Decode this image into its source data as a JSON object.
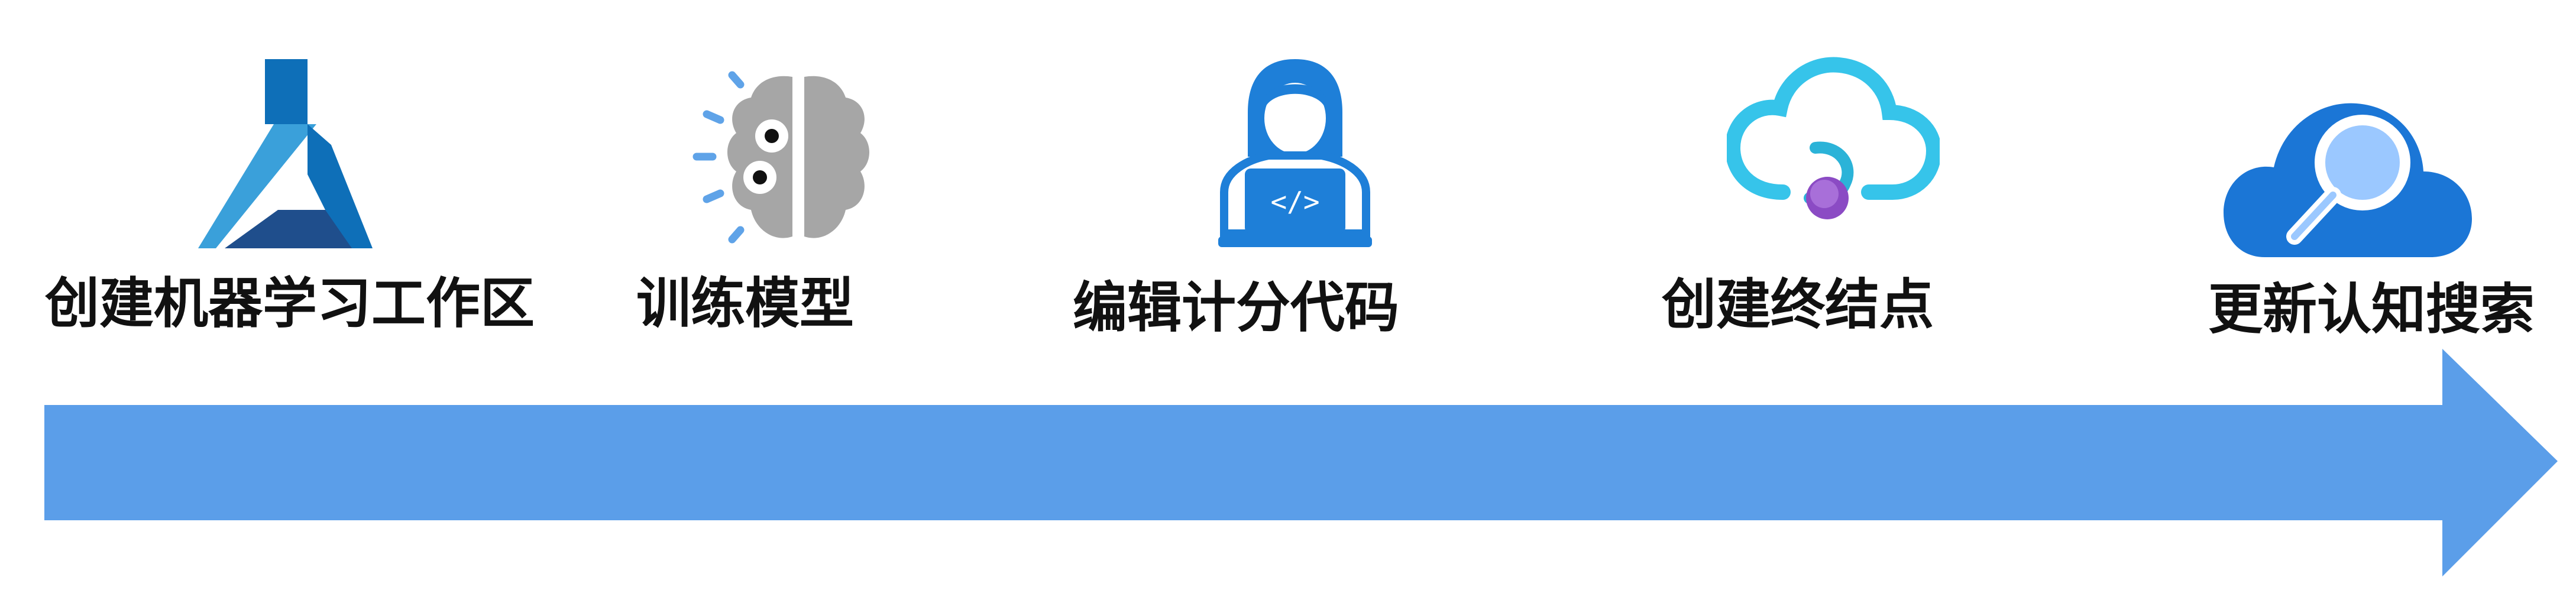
{
  "steps": [
    {
      "label": "创建机器学习工作区",
      "icon": "flask-icon"
    },
    {
      "label": "训练模型",
      "icon": "brain-gears-icon"
    },
    {
      "label": "编辑计分代码",
      "icon": "developer-laptop-icon"
    },
    {
      "label": "创建终结点",
      "icon": "cloud-endpoint-icon"
    },
    {
      "label": "更新认知搜索",
      "icon": "cloud-search-icon"
    }
  ],
  "colors": {
    "arrow": "#5b9ee9",
    "flask_dark": "#1f4e8c",
    "flask_mid": "#0e6fb8",
    "flask_light": "#3aa0da",
    "brain_gray": "#a6a6a6",
    "brain_accent": "#5fa3e8",
    "developer_blue": "#1e7fd8",
    "cloud_outline": "#36c4ea",
    "endpoint_purple": "#8b4bc4",
    "search_cloud": "#1b76d6",
    "search_lens": "#9bc8ff"
  }
}
